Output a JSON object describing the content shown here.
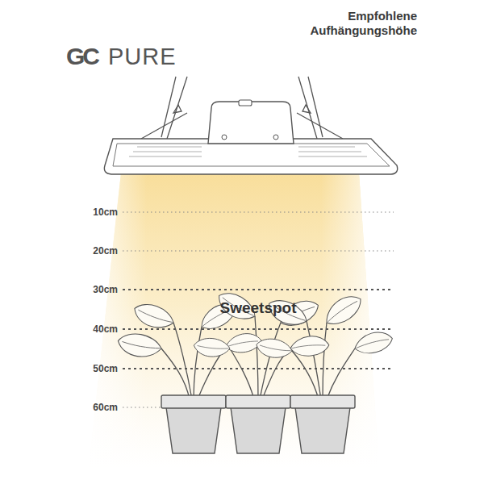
{
  "diagram": {
    "title": "Empfohlene Aufhängungshöhe",
    "labels": [
      "GC",
      "PURE",
      "10cm",
      "20cm",
      "30cm",
      "40cm",
      "50cm",
      "60cm",
      "Sweetspot"
    ]
  }
}
